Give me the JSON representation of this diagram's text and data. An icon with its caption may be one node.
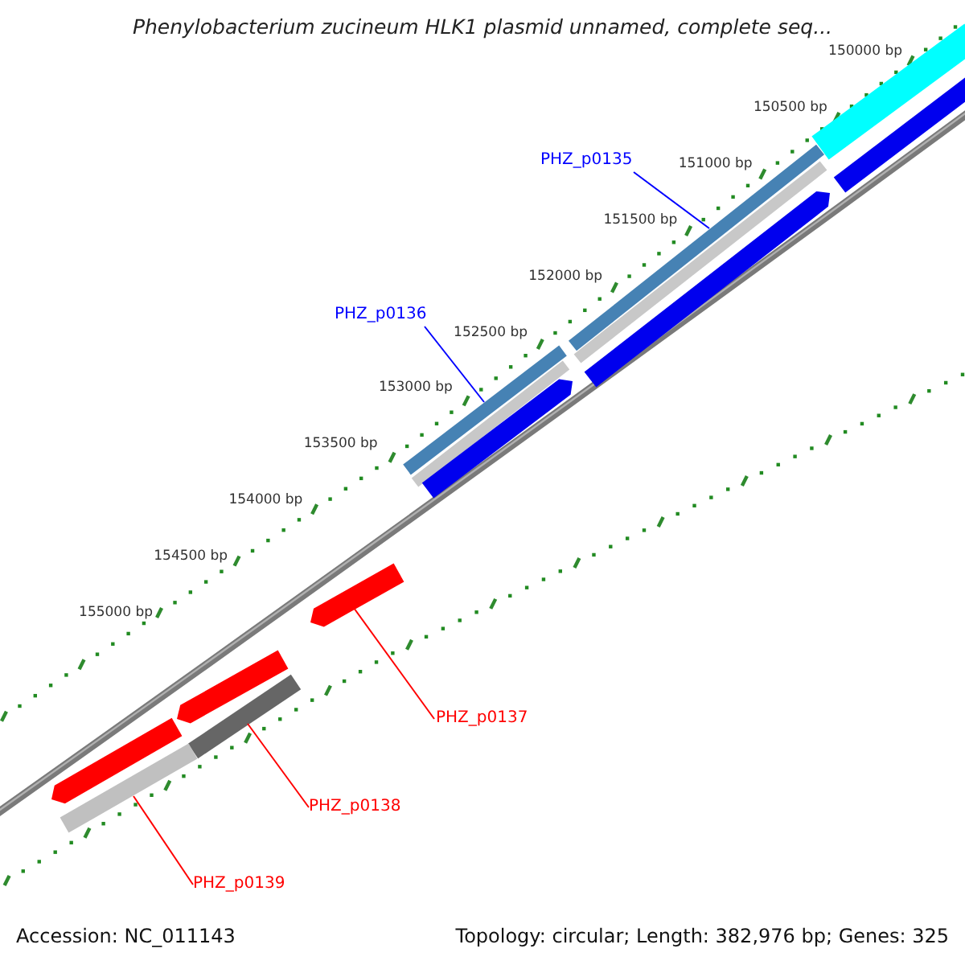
{
  "diagram": {
    "title": "Phenylobacterium zucineum HLK1 plasmid unnamed, complete seq...",
    "nodes": [
      {
        "text": [
          "PHZ_p0135"
        ]
      },
      {
        "text": [],
        "shape": "bar"
      },
      {
        "text": [
          "PHZ_p0136"
        ]
      },
      {
        "text": [],
        "shape": "bar"
      },
      {
        "text": [
          "PHZ_p0137"
        ]
      },
      {
        "text": [],
        "shape": "bar"
      },
      {
        "text": [
          "PHZ_p0138"
        ]
      },
      {
        "text": [],
        "shape": "bar"
      },
      {
        "text": [
          "PHZ_p0139"
        ]
      },
      {
        "text": [],
        "shape": "bar"
      },
      {
        "text": [],
        "shape": "bar"
      },
      {
        "text": [],
        "shape": "bar"
      },
      {
        "text": [],
        "shape": "bar"
      },
      {
        "text": [],
        "shape": "bar"
      },
      {
        "text": [],
        "shape": "bar"
      },
      {
        "text": [],
        "shape": "bar"
      },
      {
        "text": [],
        "shape": "bar"
      },
      {
        "text": [],
        "shape": "bar"
      }
    ],
    "edges": [
      {
        "from": 0,
        "to": 1,
        "arrow": "none",
        "color": "#0000ff"
      },
      {
        "from": 2,
        "to": 3,
        "arrow": "none",
        "color": "#0000ff"
      },
      {
        "from": 4,
        "to": 5,
        "arrow": "none",
        "color": "#ff0000"
      },
      {
        "from": 6,
        "to": 7,
        "arrow": "none",
        "color": "#ff0000"
      },
      {
        "from": 8,
        "to": 9,
        "arrow": "none",
        "color": "#ff0000"
      }
    ],
    "labels": [
      "150000 bp",
      "150500 bp",
      "151000 bp",
      "151500 bp",
      "152000 bp",
      "152500 bp",
      "153000 bp",
      "153500 bp",
      "154000 bp",
      "154500 bp",
      "155000 bp",
      "Accession: NC_011143",
      "Topology: circular; Length: 382,976 bp; Genes: 325"
    ]
  }
}
